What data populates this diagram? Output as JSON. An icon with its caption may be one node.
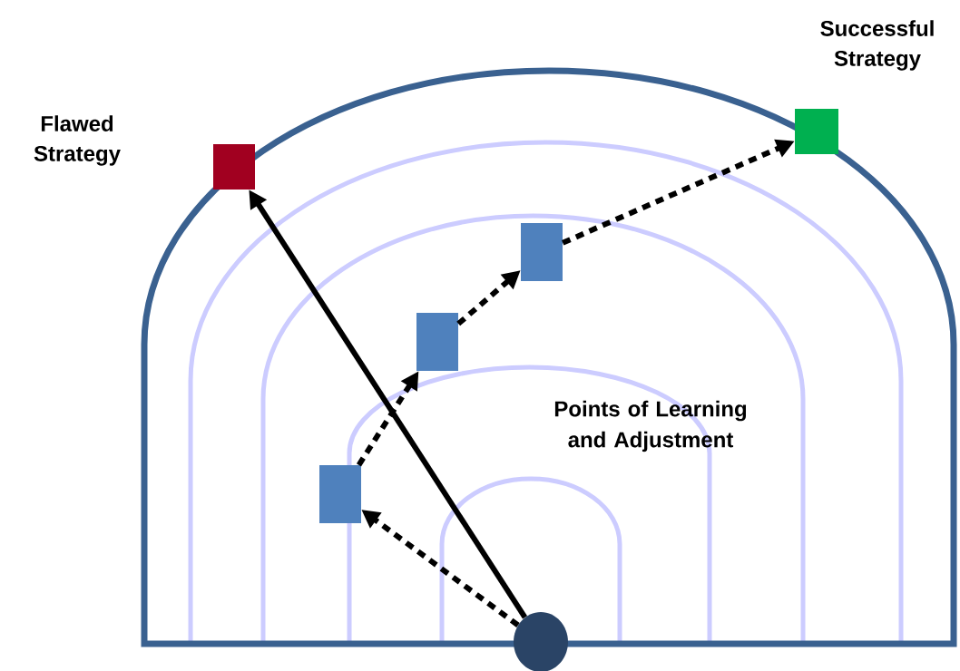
{
  "diagram": {
    "nodes": [
      {
        "text": [],
        "shape": "circle"
      },
      {
        "text": [],
        "shape": "box"
      },
      {
        "text": [],
        "shape": "box"
      },
      {
        "text": [],
        "shape": "box"
      },
      {
        "text": [
          "Flawed Strategy"
        ]
      },
      {
        "text": [
          "Successful Strategy"
        ]
      }
    ],
    "edges": [
      {
        "from": 0,
        "to": 4,
        "arrow": "to"
      },
      {
        "from": 0,
        "to": 1,
        "arrow": "to",
        "style": "dashed"
      },
      {
        "from": 1,
        "to": 2,
        "arrow": "to",
        "style": "dashed"
      },
      {
        "from": 2,
        "to": 3,
        "arrow": "to",
        "style": "dashed"
      },
      {
        "from": 3,
        "to": 5,
        "arrow": "to",
        "style": "dashed"
      }
    ],
    "labels": [
      "Points of Learning and Adjustment"
    ]
  }
}
